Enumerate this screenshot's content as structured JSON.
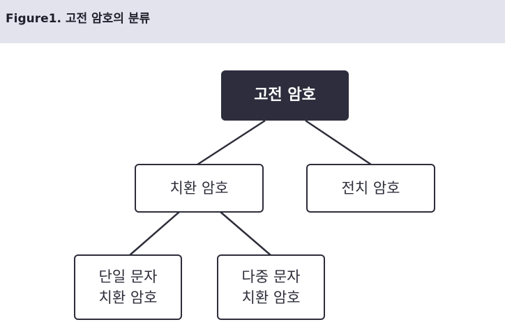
{
  "header": {
    "title": "Figure1. 고전 암호의 분류"
  },
  "diagram": {
    "root": {
      "label": "고전 암호"
    },
    "substitution": {
      "label": "치환 암호"
    },
    "transposition": {
      "label": "전치 암호"
    },
    "mono": {
      "line1": "단일 문자",
      "line2": "치환 암호"
    },
    "poly": {
      "line1": "다중 문자",
      "line2": "치환 암호"
    }
  },
  "colors": {
    "header_background": "#e3e3ee",
    "root_fill": "#2d2d3d",
    "node_border": "#2d2d3a",
    "text": "#2d2d3a"
  }
}
